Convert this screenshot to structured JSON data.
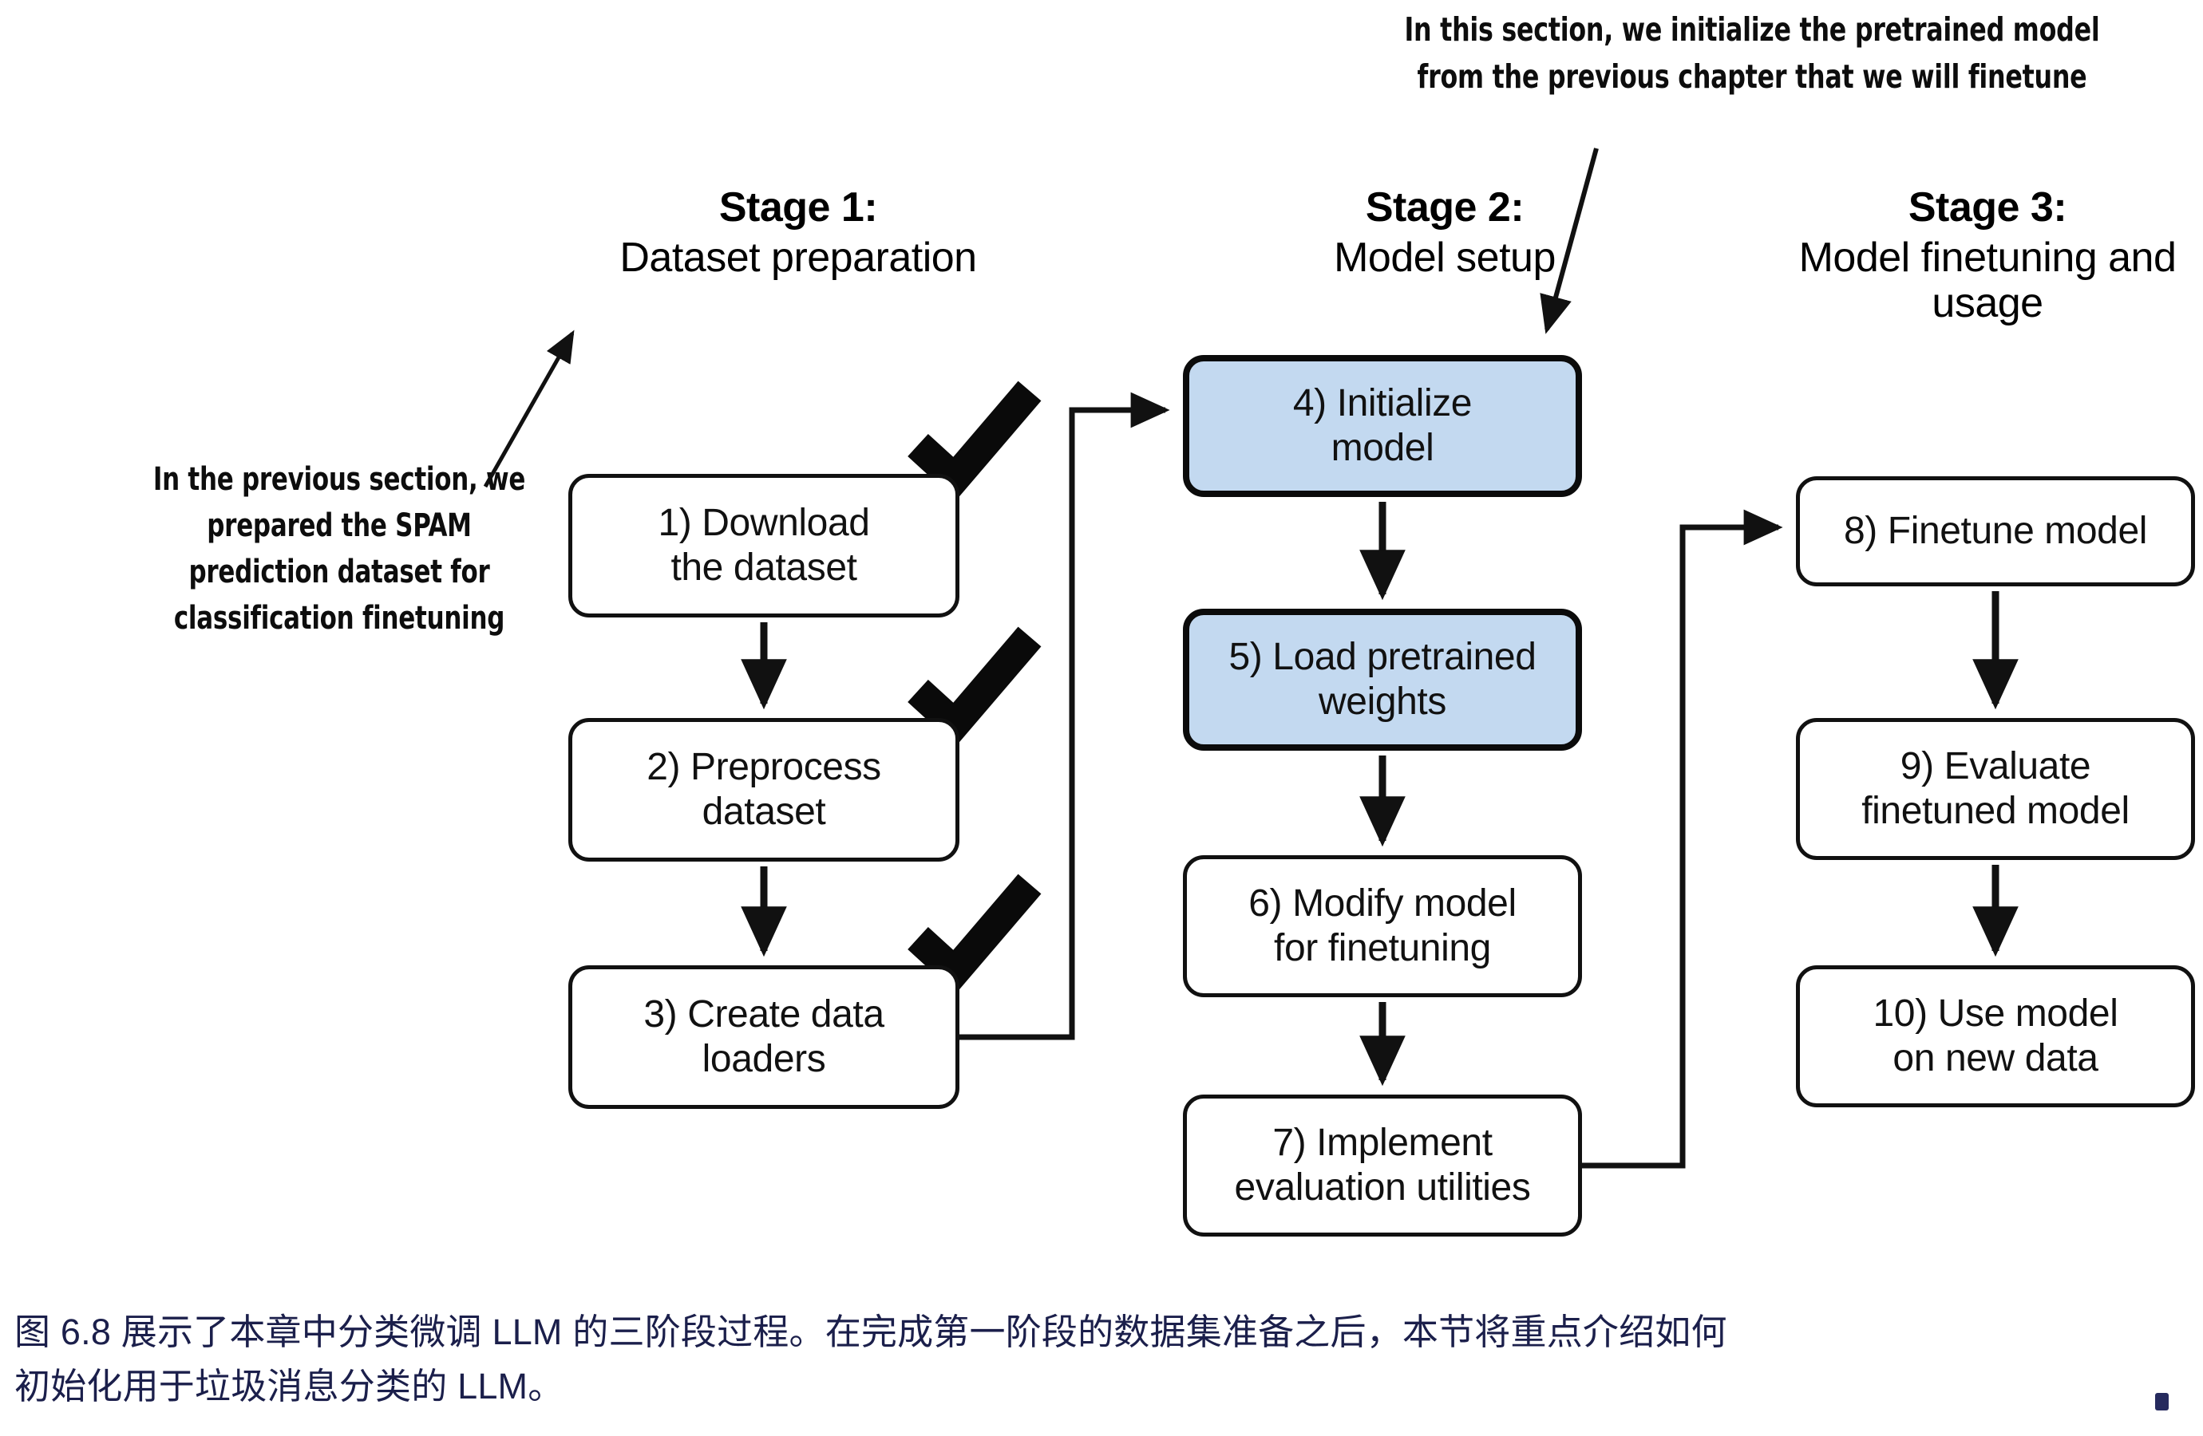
{
  "annotations": {
    "previous_section": "In the previous section, we prepared the SPAM prediction dataset for classification finetuning",
    "this_section": "In this section, we initialize the pretrained model from the previous chapter that we will finetune"
  },
  "stages": [
    {
      "id": "stage-1",
      "title": "Stage 1:",
      "subtitle": "Dataset preparation"
    },
    {
      "id": "stage-2",
      "title": "Stage 2:",
      "subtitle": "Model setup"
    },
    {
      "id": "stage-3",
      "title": "Stage 3:",
      "subtitle": "Model finetuning and usage"
    }
  ],
  "boxes": {
    "box1": {
      "line1": "1) Download",
      "line2": "the dataset",
      "checked": true,
      "highlighted": false
    },
    "box2": {
      "line1": "2) Preprocess",
      "line2": "dataset",
      "checked": true,
      "highlighted": false
    },
    "box3": {
      "line1": "3) Create data",
      "line2": "loaders",
      "checked": true,
      "highlighted": false
    },
    "box4": {
      "line1": "4) Initialize",
      "line2": "model",
      "checked": false,
      "highlighted": true
    },
    "box5": {
      "line1": "5) Load pretrained",
      "line2": "weights",
      "checked": false,
      "highlighted": true
    },
    "box6": {
      "line1": "6) Modify model",
      "line2": "for finetuning",
      "checked": false,
      "highlighted": false
    },
    "box7": {
      "line1": "7) Implement",
      "line2": "evaluation utilities",
      "checked": false,
      "highlighted": false
    },
    "box8": {
      "line1": "8) Finetune model",
      "line2": "",
      "checked": false,
      "highlighted": false
    },
    "box9": {
      "line1": "9) Evaluate",
      "line2": "finetuned model",
      "checked": false,
      "highlighted": false
    },
    "box10": {
      "line1": "10) Use model",
      "line2": "on new data",
      "checked": false,
      "highlighted": false
    }
  },
  "caption": {
    "line1": "图 6.8 展示了本章中分类微调 LLM 的三阶段过程。在完成第一阶段的数据集准备之后，本节将重点介绍如何",
    "line2": "初始化用于垃圾消息分类的 LLM。"
  },
  "colors": {
    "highlight_fill": "#c3d9f0",
    "stroke": "#111111",
    "caption_text": "#1b1f4b",
    "background": "#ffffff"
  }
}
